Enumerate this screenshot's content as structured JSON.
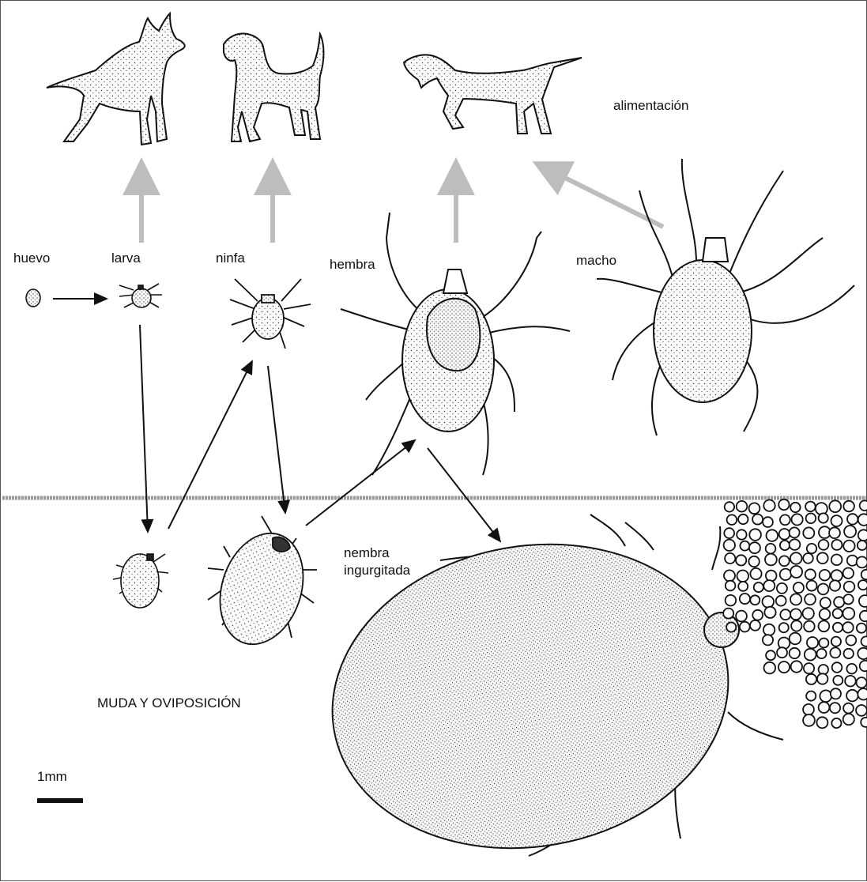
{
  "labels": {
    "huevo": "huevo",
    "larva": "larva",
    "ninfa": "ninfa",
    "hembra": "hembra",
    "macho": "macho",
    "alimentacion": "alimentación",
    "hembra_ingurgitada_1": "nembra",
    "hembra_ingurgitada_2": "ingurgitada",
    "muda": "MUDA Y OVIPOSICIÓN",
    "scale": "1mm"
  },
  "colors": {
    "ink": "#111111",
    "host_arrow": "#bdbdbd",
    "divider": "#9a9a9a",
    "stipple_fill": "#f4f4f4"
  }
}
